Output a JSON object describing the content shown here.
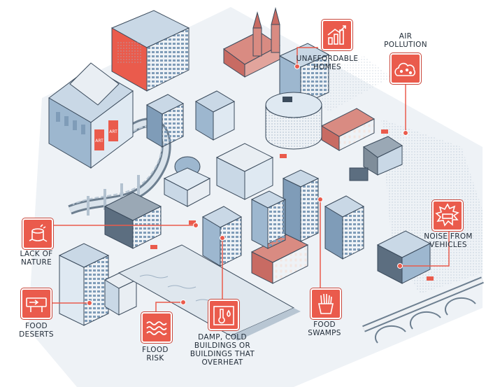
{
  "palette": {
    "accent": "#ea5b4c",
    "ink": "#1f2a36",
    "building_blue": "#a9c4db",
    "building_light": "#dfe9f2",
    "brick": "#c86b63",
    "road": "#eef1f4"
  },
  "issues": [
    {
      "id": "unaffordable_homes",
      "icon": "bar-chart-house-icon",
      "lines": [
        "UNAFFORDABLE",
        "HOMES"
      ]
    },
    {
      "id": "air_pollution",
      "icon": "smoke-cloud-icon",
      "lines": [
        "AIR",
        "POLLUTION"
      ]
    },
    {
      "id": "lack_of_nature",
      "icon": "tree-stump-icon",
      "lines": [
        "LACK OF",
        "NATURE"
      ]
    },
    {
      "id": "noise_from_vehicles",
      "icon": "car-noise-icon",
      "lines": [
        "NOISE FROM",
        "VEHICLES"
      ]
    },
    {
      "id": "food_deserts",
      "icon": "empty-shop-sign-icon",
      "lines": [
        "FOOD",
        "DESERTS"
      ]
    },
    {
      "id": "flood_risk",
      "icon": "waves-icon",
      "lines": [
        "FLOOD",
        "RISK"
      ]
    },
    {
      "id": "damp_cold_buildings",
      "icon": "thermometer-drop-icon",
      "lines": [
        "DAMP, COLD",
        "BUILDINGS OR",
        "BUILDINGS THAT",
        "OVERHEAT"
      ]
    },
    {
      "id": "food_swamps",
      "icon": "fries-icon",
      "lines": [
        "FOOD",
        "SWAMPS"
      ]
    }
  ],
  "signs": {
    "gallery_banner_1": "ART",
    "gallery_banner_2": "ART"
  }
}
